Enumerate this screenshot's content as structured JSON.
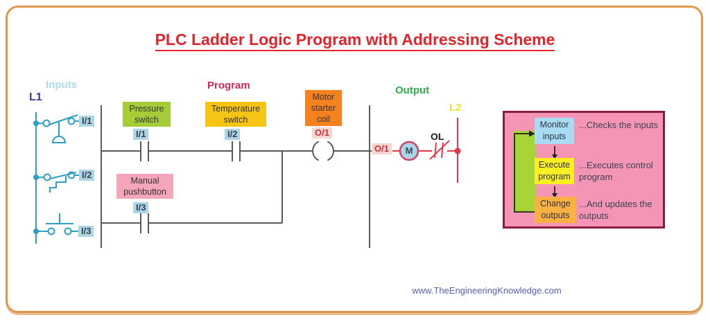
{
  "title": "PLC Ladder Logic Program with Addressing Scheme",
  "sections": {
    "inputs_label": "Inputs",
    "program_label": "Program",
    "output_label": "Output"
  },
  "rails": {
    "l1": "L1",
    "l2": "L2"
  },
  "input_devices": [
    {
      "symbol": "pressure-switch",
      "address": "I/1"
    },
    {
      "symbol": "temperature-switch",
      "address": "I/2"
    },
    {
      "symbol": "pushbutton",
      "address": "I/3"
    }
  ],
  "program": {
    "pressure_switch": {
      "label": "Pressure switch",
      "address": "I/1"
    },
    "temperature_switch": {
      "label": "Temperature switch",
      "address": "I/2"
    },
    "manual_pushbutton": {
      "label": "Manual pushbutton",
      "address": "I/3"
    },
    "motor_starter_coil": {
      "label": "Motor starter coil",
      "address": "O/1"
    }
  },
  "output": {
    "address": "O/1",
    "motor_label": "M",
    "overload_label": "OL"
  },
  "scan_cycle": {
    "steps": [
      {
        "label": "Monitor inputs",
        "note": "...Checks the inputs",
        "color": "#a9dcf4"
      },
      {
        "label": "Execute program",
        "note": "...Executes control program",
        "color": "#fbee23"
      },
      {
        "label": "Change outputs",
        "note": "...And updates the outputs",
        "color": "#fbb042"
      }
    ]
  },
  "footer": {
    "website": "www.TheEngineeringKnowledge.com"
  },
  "colors": {
    "frame_border": "#e2964b",
    "title_red": "#e3242b",
    "inputs_blue": "#b0dcef",
    "l1_indigo": "#34389b",
    "program_crimson": "#cc2952",
    "output_green": "#2fae4a",
    "l2_yellow": "#f5e12c",
    "input_wire_teal": "#2b9fc4",
    "ladder_gray": "#595959",
    "output_wire_red": "#e8374a",
    "pressure_box_green": "#a5cd39",
    "temperature_box_yellow": "#f6c513",
    "manual_box_pink": "#f6a6ba",
    "motor_box_orange": "#f5821f",
    "address_tag_blue": "#aed4e6",
    "output_tag_pink": "#f5d6d0",
    "motor_circle_fill": "#a7d6e9",
    "motor_circle_stroke": "#cf4464",
    "scanbox_fill": "#f495b5",
    "scanbox_border": "#8c1c3e",
    "scan_loop_green": "#a8d437"
  }
}
